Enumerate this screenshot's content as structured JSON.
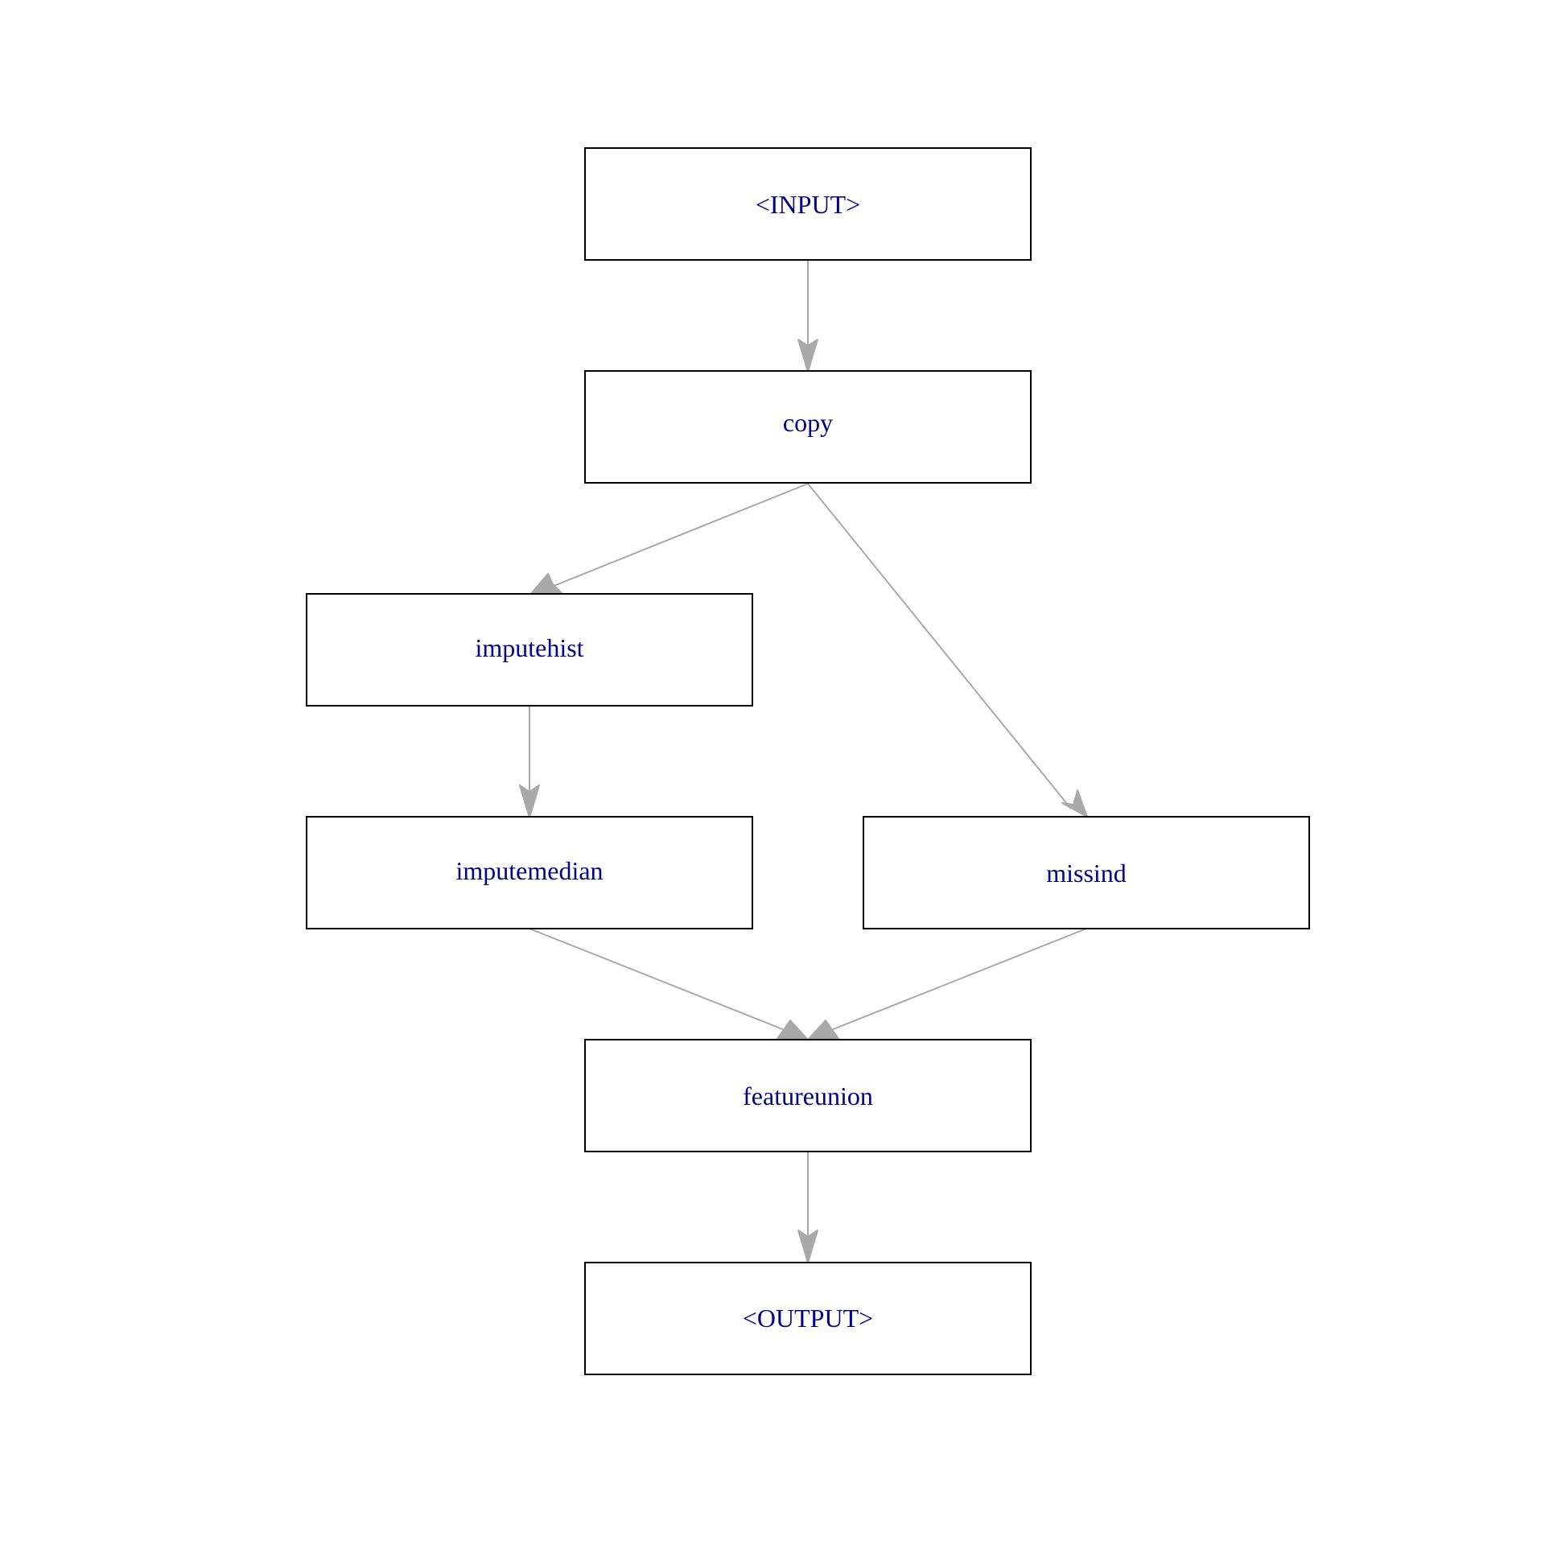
{
  "colors": {
    "label": "#00008b",
    "edge": "#a9a9a9",
    "box_stroke": "#000000"
  },
  "nodes": {
    "input": {
      "label": "<INPUT>"
    },
    "copy": {
      "label": "copy"
    },
    "imputehist": {
      "label": "imputehist"
    },
    "imputemedian": {
      "label": "imputemedian"
    },
    "missind": {
      "label": "missind"
    },
    "featureunion": {
      "label": "featureunion"
    },
    "output": {
      "label": "<OUTPUT>"
    }
  },
  "edges": [
    {
      "from": "input",
      "to": "copy"
    },
    {
      "from": "copy",
      "to": "imputehist"
    },
    {
      "from": "copy",
      "to": "missind"
    },
    {
      "from": "imputehist",
      "to": "imputemedian"
    },
    {
      "from": "imputemedian",
      "to": "featureunion"
    },
    {
      "from": "missind",
      "to": "featureunion"
    },
    {
      "from": "featureunion",
      "to": "output"
    }
  ]
}
